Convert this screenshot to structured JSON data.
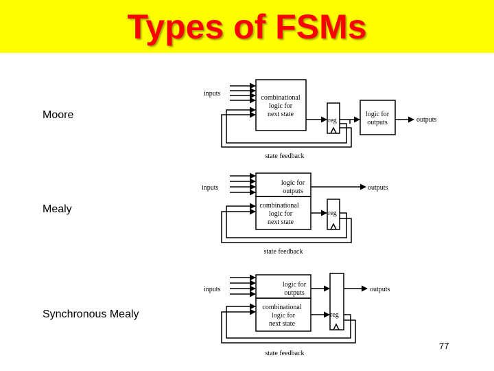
{
  "title": "Types of FSMs",
  "labels": {
    "moore": "Moore",
    "mealy": "Mealy",
    "sync_mealy": "Synchronous Mealy"
  },
  "moore": {
    "inputs": "inputs",
    "comb_line1": "combinational",
    "comb_line2": "logic for",
    "comb_line3": "next state",
    "reg": "reg",
    "out_line1": "logic for",
    "out_line2": "outputs",
    "outputs": "outputs",
    "feedback": "state feedback"
  },
  "mealy": {
    "inputs": "inputs",
    "out_line1": "logic for",
    "out_line2": "outputs",
    "outputs": "outputs",
    "comb_line1": "combinational",
    "comb_line2": "logic for",
    "comb_line3": "next state",
    "reg": "reg",
    "feedback": "state feedback"
  },
  "sync_mealy": {
    "inputs": "inputs",
    "out_line1": "logic for",
    "out_line2": "outputs",
    "outputs": "outputs",
    "comb_line1": "combinational",
    "comb_line2": "logic for",
    "comb_line3": "next state",
    "reg": "reg",
    "feedback": "state feedback"
  },
  "page_number": "77",
  "colors": {
    "title_bg": "#ffff00",
    "title_text": "#ff0000"
  }
}
